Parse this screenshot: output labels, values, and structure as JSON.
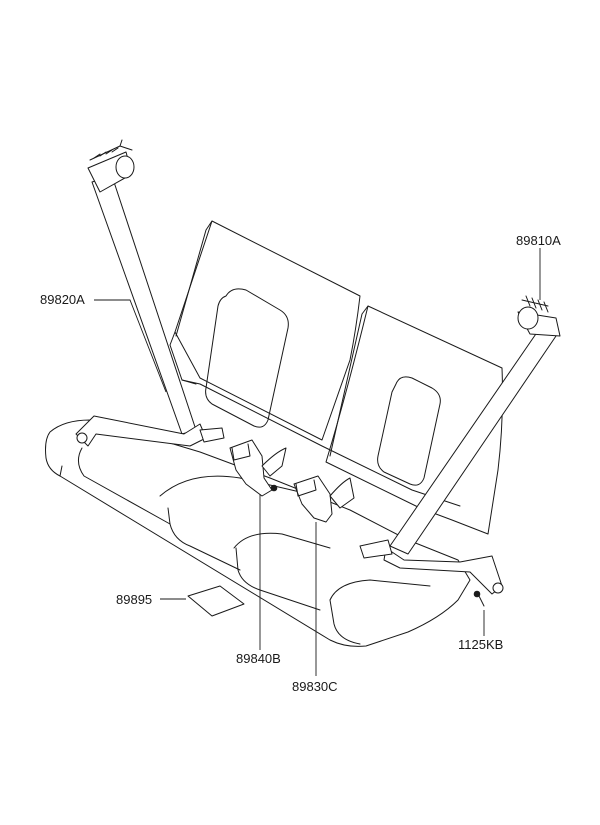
{
  "parts": [
    {
      "id": "89820A"
    },
    {
      "id": "89810A"
    },
    {
      "id": "89895"
    },
    {
      "id": "89840B"
    },
    {
      "id": "89830C"
    },
    {
      "id": "1125KB"
    }
  ]
}
